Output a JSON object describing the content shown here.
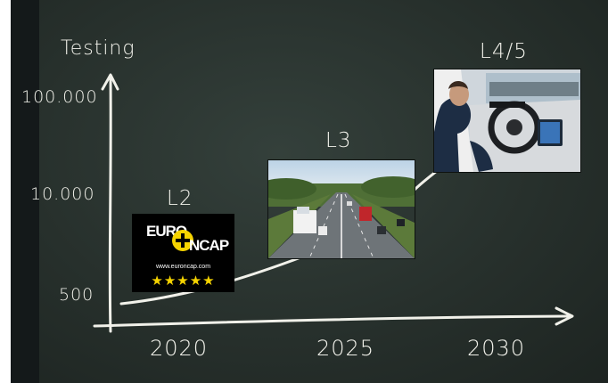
{
  "chart_data": {
    "type": "line",
    "ylabel": "Testing",
    "y_ticks": [
      "100.000",
      "10.000",
      "500"
    ],
    "x_ticks": [
      "2020",
      "2025",
      "2030"
    ],
    "points": [
      {
        "x": "2020",
        "y": 500,
        "label": "L2"
      },
      {
        "x": "2025",
        "y": 10000,
        "label": "L3"
      },
      {
        "x": "2030",
        "y": 100000,
        "label": "L4/5"
      }
    ],
    "images": {
      "l2": "euro-ncap-logo",
      "l3": "highway-traffic-photo",
      "l45": "autonomous-car-interior-photo"
    }
  },
  "logo": {
    "euro": "EURO",
    "ncap": "NCAP",
    "url": "www.euroncap.com",
    "stars": "★★★★★"
  },
  "colors": {
    "board": "#27302c",
    "chalk": "#f1f1ea",
    "logo_yellow": "#f5d300"
  }
}
